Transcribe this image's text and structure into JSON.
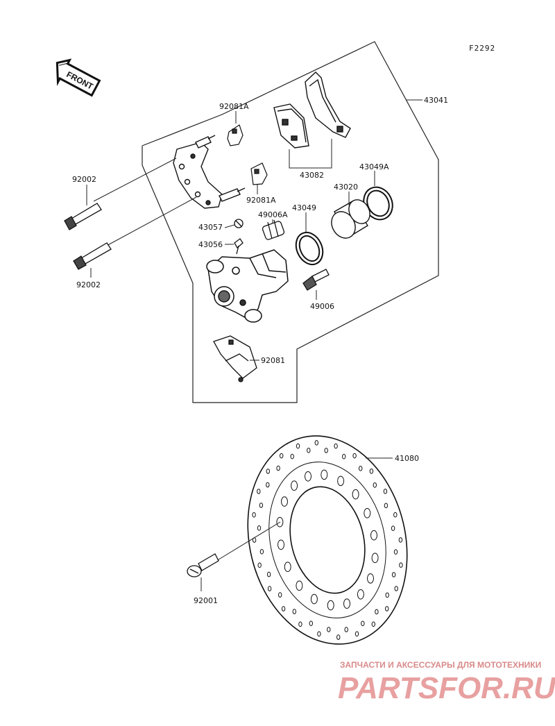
{
  "diagram": {
    "code": "F2292",
    "front_label": "FRONT",
    "parts": {
      "p43041": "43041",
      "p92081A_top": "92081A",
      "p43082": "43082",
      "p92002_top": "92002",
      "p92002_bottom": "92002",
      "p43049A": "43049A",
      "p43020": "43020",
      "p92081A_mid": "92081A",
      "p43049": "43049",
      "p49006A": "49006A",
      "p43057": "43057",
      "p43056": "43056",
      "p49006": "49006",
      "p92081": "92081",
      "p41080": "41080",
      "p92001": "92001"
    }
  },
  "watermark": {
    "tagline": "ЗАПЧАСТИ И АКСЕССУАРЫ ДЛЯ МОТОТЕХНИКИ",
    "brand": "PARTSFOR.RU",
    "color_main": "#e8a0a0",
    "color_text": "#d98a8a"
  }
}
